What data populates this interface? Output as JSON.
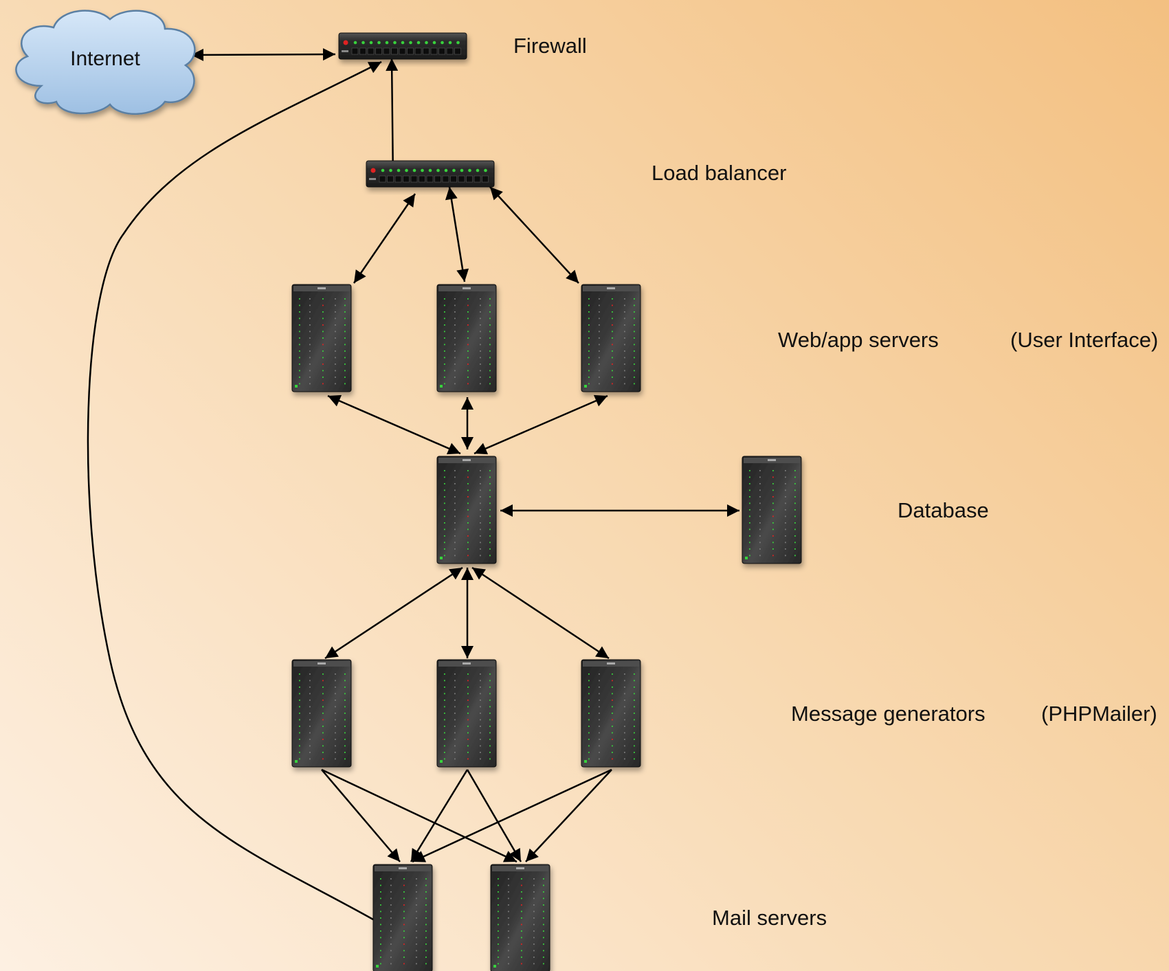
{
  "labels": {
    "internet": "Internet",
    "firewall": "Firewall",
    "load_balancer": "Load balancer",
    "web_app_servers": "Web/app servers",
    "user_interface": "(User Interface)",
    "database": "Database",
    "message_generators": "Message generators",
    "phpmailer": "(PHPMailer)",
    "mail_servers": "Mail servers"
  },
  "colors": {
    "background_light": "#fdf0e2",
    "background_dark": "#f3c081",
    "cloud_fill": "#b8d3ee",
    "device_body": "#2e2e2e",
    "led_green": "#39d23c",
    "led_red": "#e02020",
    "arrow": "#000000"
  },
  "icons": {
    "internet": "cloud-icon",
    "firewall": "network-switch-icon",
    "load_balancer": "network-switch-icon",
    "servers": "server-tower-icon"
  }
}
